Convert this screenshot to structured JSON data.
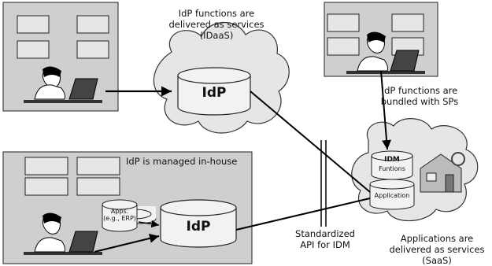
{
  "diagram": {
    "idaas_caption": [
      "IdP functions are",
      "delivered as services",
      "(IDaaS)"
    ],
    "bundled_caption": [
      "IdP functions are",
      "bundled with SPs"
    ],
    "inhouse_caption": "IdP is managed in-house",
    "api_caption": [
      "Standardized",
      "API for IDM"
    ],
    "saas_caption": [
      "Applications are",
      "delivered as services",
      "(SaaS)"
    ],
    "idp_label": "IdP",
    "idm_label": "IDM",
    "idm_sublabel": "Funtions",
    "application_label": "Application",
    "apps_label": [
      "Apps.",
      "(e.g., ERP)"
    ]
  },
  "colors": {
    "panel_fill": "#cfcfcf",
    "cloud_fill": "#e6e6e6",
    "disk_fill": "#f2f2f2",
    "line": "#000000"
  }
}
